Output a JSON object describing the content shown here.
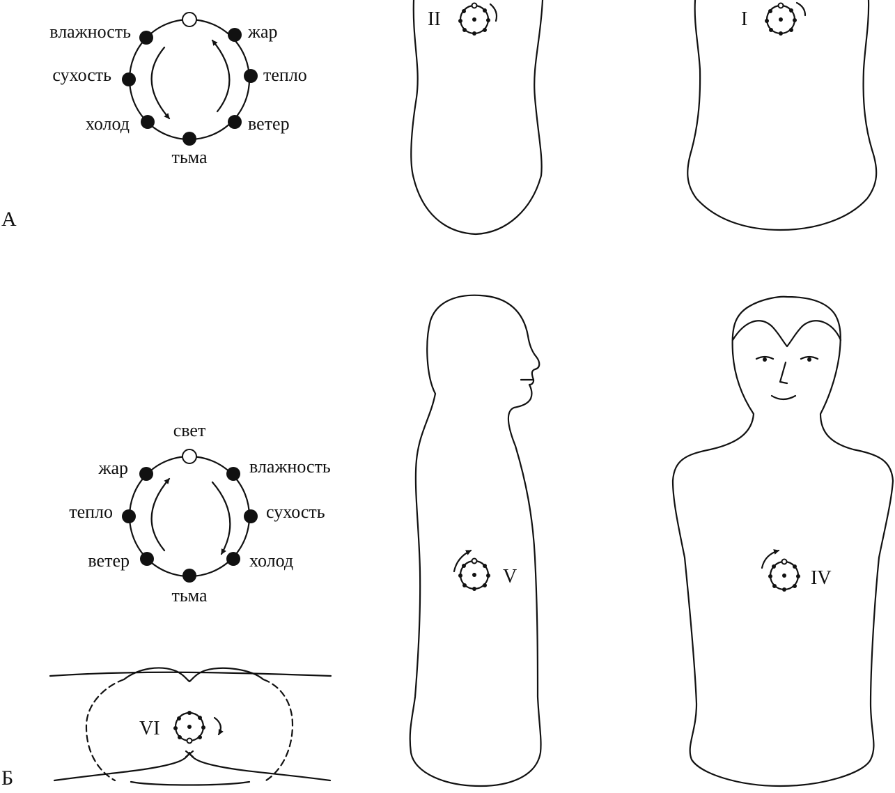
{
  "panels": {
    "a": {
      "letter": "А",
      "wheel": {
        "top": "",
        "left_upper": "влажность",
        "left_mid": "сухость",
        "left_lower": "холод",
        "bottom": "тьма",
        "right_upper": "жар",
        "right_mid": "тепло",
        "right_lower": "ветер"
      },
      "figures": [
        {
          "numeral": "II"
        },
        {
          "numeral": "I"
        }
      ]
    },
    "b": {
      "letter": "Б",
      "wheel": {
        "top": "свет",
        "left_upper": "жар",
        "left_mid": "тепло",
        "left_lower": "ветер",
        "bottom": "тьма",
        "right_upper": "влажность",
        "right_mid": "сухость",
        "right_lower": "холод"
      },
      "figures": [
        {
          "numeral": "V"
        },
        {
          "numeral": "IV"
        },
        {
          "numeral": "VI"
        }
      ]
    }
  },
  "colors": {
    "ink": "#111111",
    "paper": "#ffffff"
  }
}
